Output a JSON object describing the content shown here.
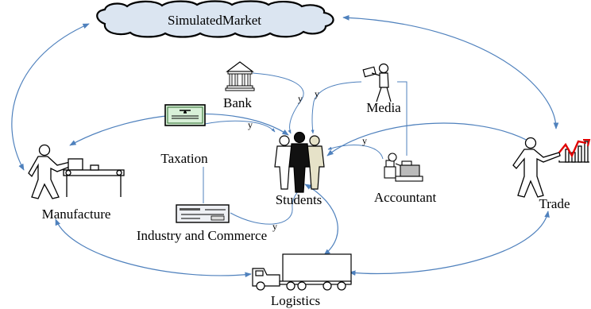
{
  "title": "SimulatedMarket",
  "nodes": {
    "bank": "Bank",
    "media": "Media",
    "taxation": "Taxation",
    "students": "Students",
    "accountant": "Accountant",
    "trade": "Trade",
    "manufacture": "Manufacture",
    "industry_commerce": "Industry and Commerce",
    "logistics": "Logistics"
  },
  "edge_marker": "y",
  "colors": {
    "arrow": "#4f81bd",
    "cloud_fill": "#dbe5f1"
  },
  "icons": [
    "cloud-icon",
    "bank-icon",
    "media-person-icon",
    "certificate-icon",
    "students-group-icon",
    "accountant-desk-icon",
    "trade-chart-icon",
    "factory-worker-icon",
    "cheque-icon",
    "truck-icon"
  ]
}
